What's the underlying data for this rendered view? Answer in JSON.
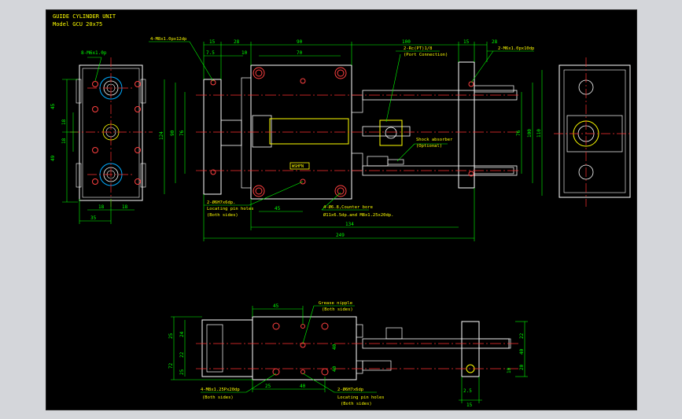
{
  "title": {
    "line1": "GUIDE CYLINDER UNIT",
    "line2": "Model  GCU 20x75"
  },
  "colors": {
    "background": "#000000",
    "outline": "#ffffff",
    "part": "#ffff00",
    "dimension": "#00ff00",
    "centerline": "#ff3030",
    "annotation": "#ffff00"
  },
  "top_view": {
    "dims_top": [
      "15",
      "28",
      "90",
      "100",
      "15",
      "28"
    ],
    "dims_inner": [
      "7.5",
      "10",
      "70"
    ],
    "dims_left": [
      "124",
      "90",
      "76"
    ],
    "dims_right": [
      "76",
      "100",
      "110"
    ],
    "dims_bottom": [
      "45",
      "134",
      "249"
    ],
    "notes": {
      "mount_tap": "4-M8x1.0px12dp",
      "port": "2-Rc(PT)1/8",
      "port_sub": "(Port Connection)",
      "rod_tap": "2-M6x1.0px10dp",
      "shock": "Shock absorber",
      "shock_sub": "(Optional)",
      "locating": "2-Ø6H7x6dp.",
      "locating_sub1": "Locating pin holes",
      "locating_sub2": "(Both sides)",
      "counterbore": "4-Ø6.8,Counter bore",
      "counterbore_sub": "Ø11x6.5dp.and M8x1.25x20dp."
    },
    "brand_plate": "WSHFN"
  },
  "left_view": {
    "note": "8-M6x1.0p",
    "dims_left": [
      "45",
      "18",
      "18",
      "49"
    ],
    "dims_bottom": [
      "18",
      "18",
      "35"
    ]
  },
  "bottom_view": {
    "dims_top": [
      "45"
    ],
    "dims_left": [
      "25",
      "24",
      "72",
      "22",
      "25"
    ],
    "dims_right": [
      "22",
      "40",
      "20"
    ],
    "dims_right_small": [
      "10"
    ],
    "dims_inner": [
      "40",
      "40"
    ],
    "dims_bottom": [
      "25",
      "40",
      "2.5",
      "15"
    ],
    "notes": {
      "grease": "Grease nipple",
      "grease_sub": "(Both sides)",
      "tap": "4-M8x1.25Px20dp",
      "tap_sub": "(Both sides)",
      "locating": "2-Ø6H7x6dp",
      "locating_sub1": "Locating pin holes",
      "locating_sub2": "(Both sides)"
    }
  }
}
